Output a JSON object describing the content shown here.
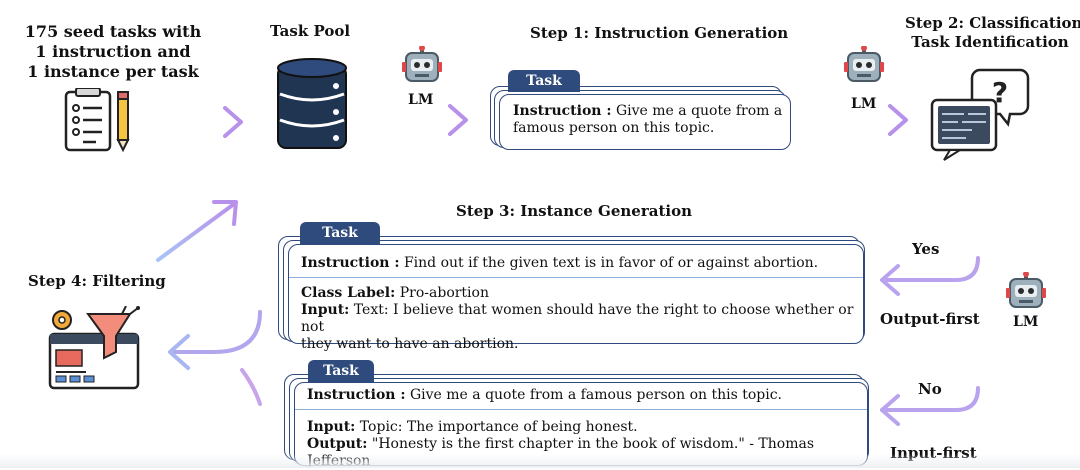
{
  "seed": {
    "line1": "175 seed tasks with",
    "line2": "1 instruction and",
    "line3": "1 instance per task"
  },
  "task_pool_label": "Task Pool",
  "step1_label": "Step 1: Instruction Generation",
  "step2_label_line1": "Step 2: Classification",
  "step2_label_line2": "Task Identification",
  "step3_label": "Step 3: Instance Generation",
  "step4_label": "Step 4: Filtering",
  "lm_label": "LM",
  "branch": {
    "yes": "Yes",
    "no": "No",
    "output_first": "Output-first",
    "input_first": "Input-first"
  },
  "task_tab": "Task",
  "card1": {
    "instruction_key": "Instruction :",
    "instruction_line1": "Give me a quote from a",
    "instruction_line2": "famous person on this topic."
  },
  "card2": {
    "instruction_key": "Instruction :",
    "instruction_value": "Find out if the given text is in favor of or against abortion.",
    "class_label_key": "Class Label:",
    "class_label_value": "Pro-abortion",
    "input_key": "Input:",
    "input_line1": "Text: I believe that women should have the right to choose whether or not",
    "input_line2": "they want to have an abortion."
  },
  "card3": {
    "instruction_key": "Instruction :",
    "instruction_value": "Give me a quote from a famous person on this topic.",
    "input_key": "Input:",
    "input_value": "Topic: The importance of being honest.",
    "output_key": "Output:",
    "output_value": "\"Honesty is the first chapter in the book of wisdom.\" - Thomas Jefferson"
  },
  "colors": {
    "arrow_start": "#9fb7f0",
    "arrow_end": "#b48ae6",
    "card_border": "#2f4a7c",
    "tab_fill": "#2f4a7c",
    "separator": "#8fb0d8"
  },
  "icons": [
    "checklist-pencil-icon",
    "database-icon",
    "robot-icon",
    "question-screen-icon",
    "filter-dashboard-icon"
  ]
}
